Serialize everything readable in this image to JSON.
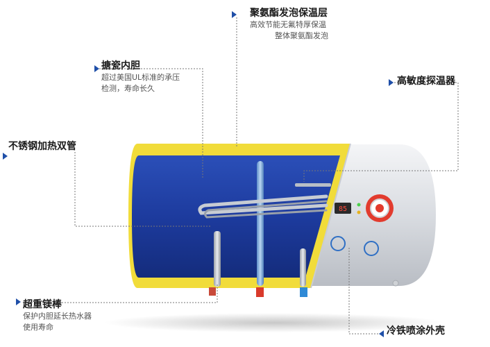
{
  "callouts": {
    "foam": {
      "title": "聚氨酯发泡保温层",
      "desc_lines": [
        "高效节能无氟特厚保温",
        "整体聚氨酯发泡"
      ]
    },
    "enamel": {
      "title": "搪瓷内胆",
      "desc_lines": [
        "超过美国UL标准的承压",
        "检测，寿命长久"
      ]
    },
    "thermostat": {
      "title": "高敏度探温器"
    },
    "heating_tube": {
      "title": "不锈钢加热双管"
    },
    "magnesium": {
      "title": "超重镁棒",
      "desc_lines": [
        "保护内胆延长热水器",
        "使用寿命"
      ]
    },
    "shell": {
      "title": "冷铁喷涂外壳"
    }
  },
  "colors": {
    "tank_blue": "#1f3fa6",
    "foam_yellow": "#f1dc3a",
    "shell_silver": "#e3e6ea",
    "callout_arrow": "#1f4fa8"
  },
  "icons": [
    "thermometer-probe-icon",
    "control-knob-icon",
    "certification-badge-icon"
  ]
}
